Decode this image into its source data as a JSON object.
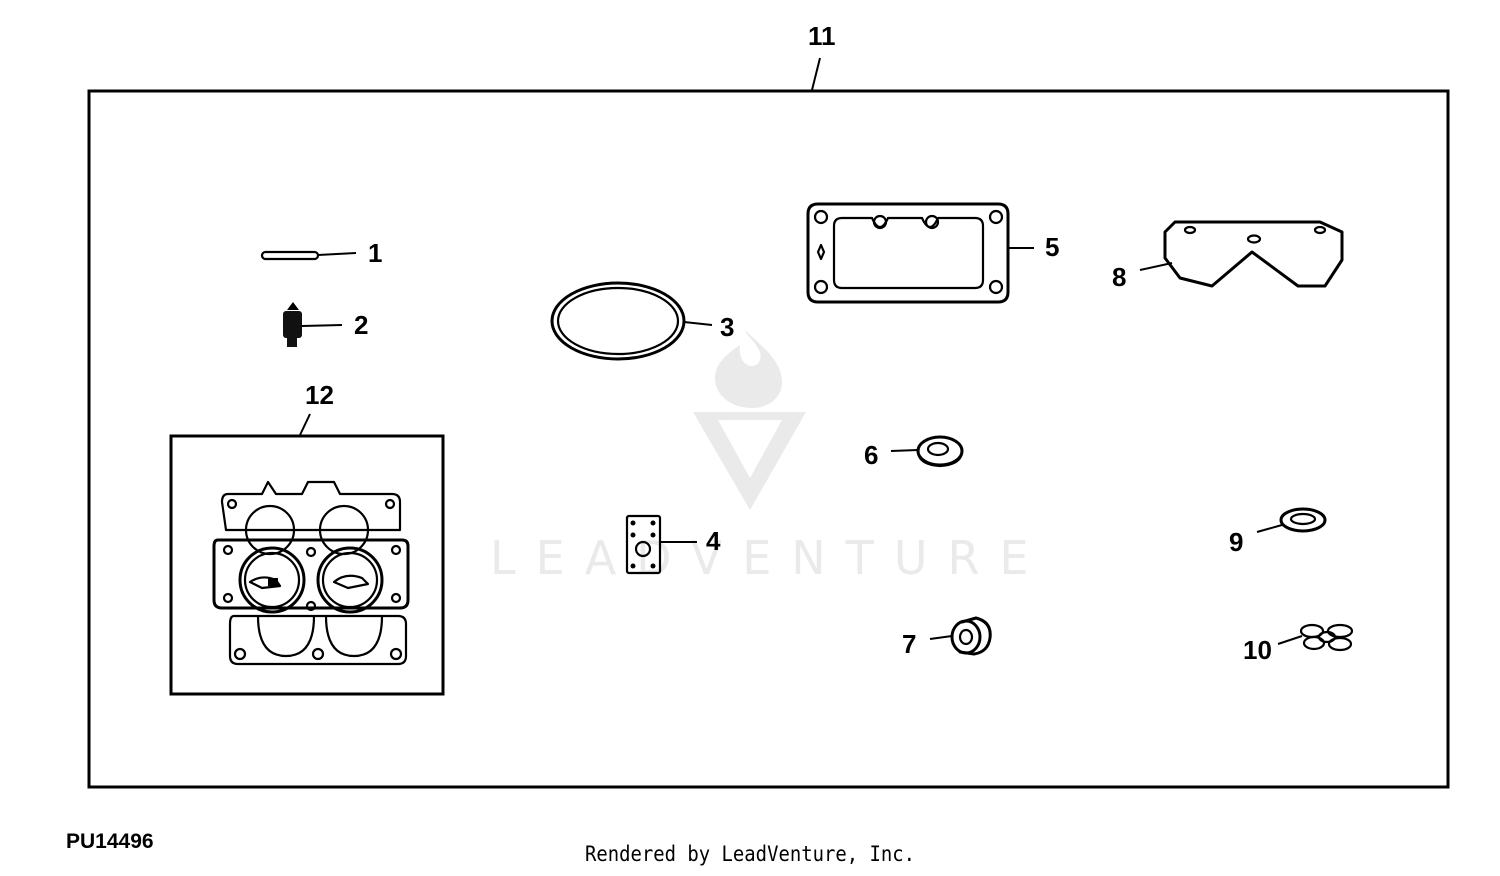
{
  "diagram": {
    "figure_id": "PU14496",
    "footer": "Rendered by LeadVenture, Inc.",
    "watermark": "LEADVENTURE",
    "callouts": [
      "1",
      "2",
      "3",
      "4",
      "5",
      "6",
      "7",
      "8",
      "9",
      "10",
      "11",
      "12"
    ]
  }
}
